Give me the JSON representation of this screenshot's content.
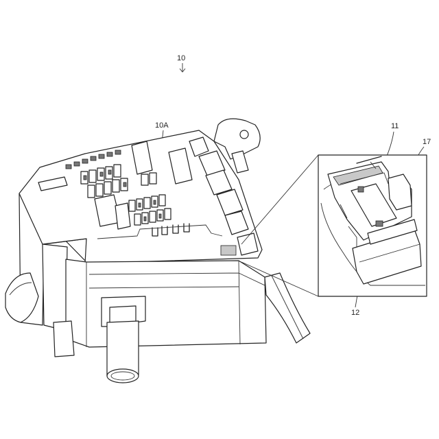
{
  "figure": {
    "reference_numerals": {
      "assembly": "10",
      "upper_face": "10A",
      "detail_11": "11",
      "detail_17": "17",
      "detail_12": "12"
    }
  }
}
